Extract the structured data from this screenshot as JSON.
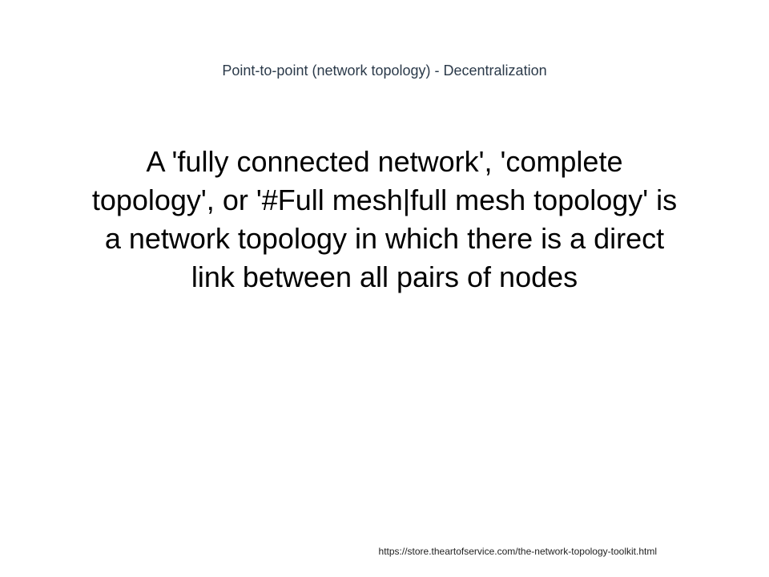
{
  "slide": {
    "title": "Point-to-point (network topology) - Decentralization",
    "body": "A 'fully connected network', 'complete topology', or '#Full mesh|full mesh topology' is a network topology in which there is a direct link between all pairs of nodes",
    "footer_url": "https://store.theartofservice.com/the-network-topology-toolkit.html"
  },
  "colors": {
    "background": "#ffffff",
    "title_text": "#2b3a4a",
    "body_text": "#000000"
  }
}
